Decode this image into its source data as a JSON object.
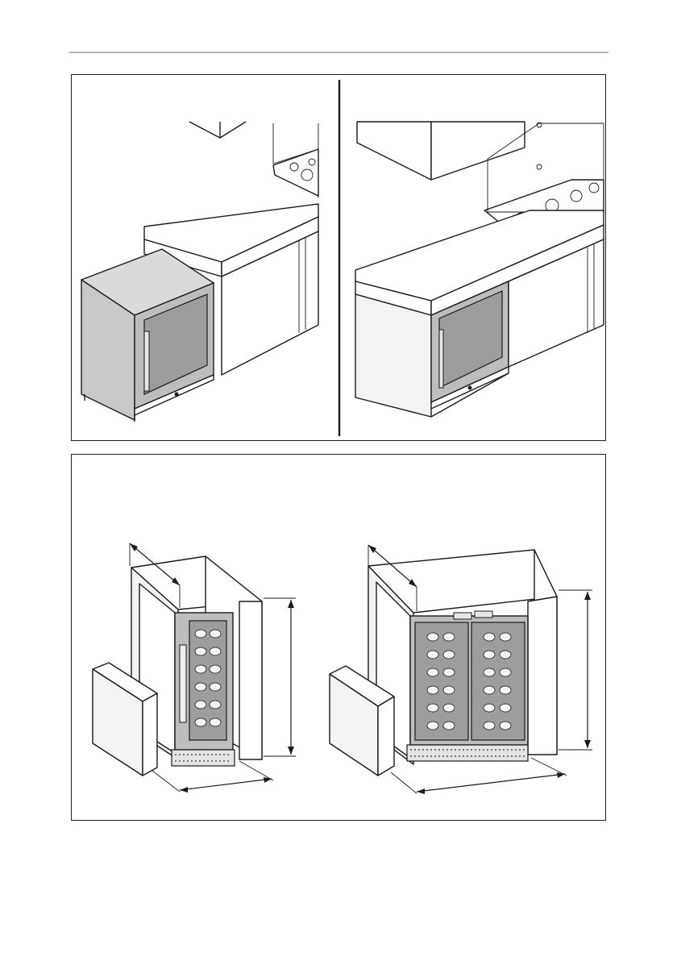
{
  "document": {
    "page_rule_color": "#b5b5b5",
    "panels": [
      {
        "name": "installation-kitchen-panel",
        "figures": [
          "freestanding-unit-before-install",
          "unit-built-in-under-counter"
        ]
      },
      {
        "name": "installation-dimensions-panel",
        "figures": [
          "single-door-niche-dimensions",
          "double-door-niche-dimensions"
        ]
      }
    ]
  }
}
